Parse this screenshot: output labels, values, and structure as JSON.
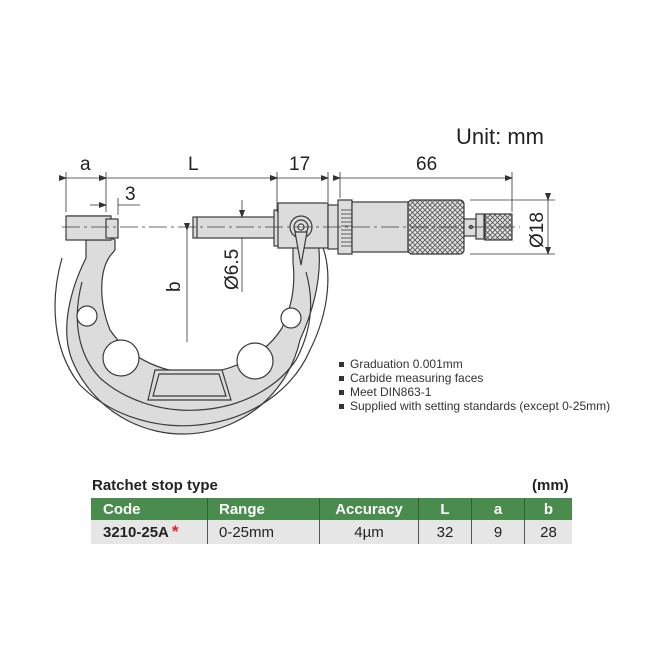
{
  "header": {
    "unit": "Unit: mm"
  },
  "drawing": {
    "dimensions": {
      "a": "a",
      "L": "L",
      "anvil_face": "3",
      "frame_head": "17",
      "thimble_length": "66",
      "spindle_dia": "Ø6.5",
      "thimble_dia": "Ø18",
      "b": "b"
    },
    "colors": {
      "body": "#dcdcdc",
      "line": "#3a3a3a"
    }
  },
  "features": [
    "Graduation 0.001mm",
    "Carbide measuring faces",
    "Meet DIN863-1",
    "Supplied with setting standards (except 0-25mm)"
  ],
  "table": {
    "title": "Ratchet stop type",
    "unit": "(mm)",
    "header_color": "#4a8c4e",
    "columns": [
      "Code",
      "Range",
      "Accuracy",
      "L",
      "a",
      "b"
    ],
    "rows": [
      {
        "code": "3210-25A",
        "marker": "*",
        "range": "0-25mm",
        "accuracy": "4µm",
        "L": "32",
        "a": "9",
        "b": "28"
      }
    ]
  }
}
